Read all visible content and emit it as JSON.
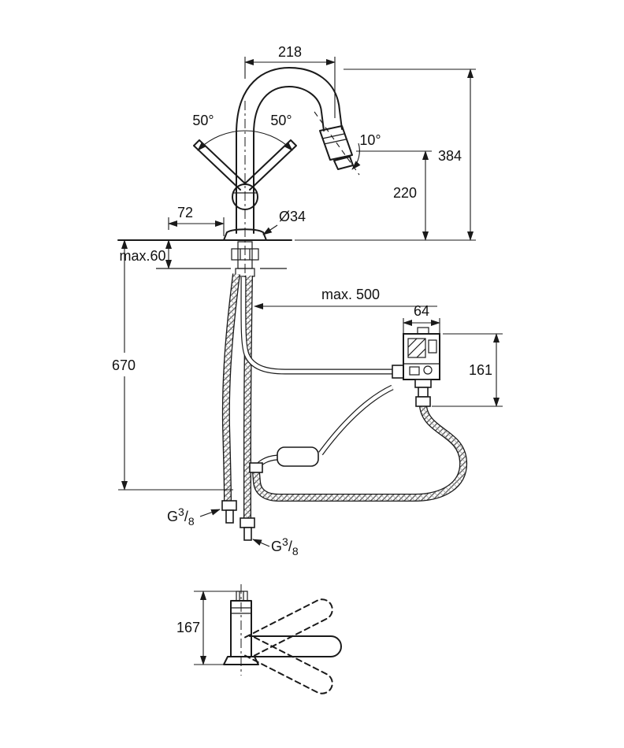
{
  "page": {
    "background": "#ffffff",
    "line_color": "#1a1a1a"
  },
  "dimensions": {
    "spout_reach": "218",
    "handle_swing_left": "50°",
    "handle_swing_right": "50°",
    "spray_tilt": "10°",
    "height_above_deck": "384",
    "spout_outlet_height": "220",
    "handle_offset": "72",
    "hole_diameter": "Ø34",
    "max_deck_thickness": "max.60",
    "pullout_hose_length": "max. 500",
    "control_box_width": "64",
    "control_box_height": "161",
    "hose_length_below_deck": "670",
    "base_height": "167"
  },
  "thread": {
    "prefix": "G",
    "sup": "3",
    "slash": "/",
    "sub": "8"
  }
}
